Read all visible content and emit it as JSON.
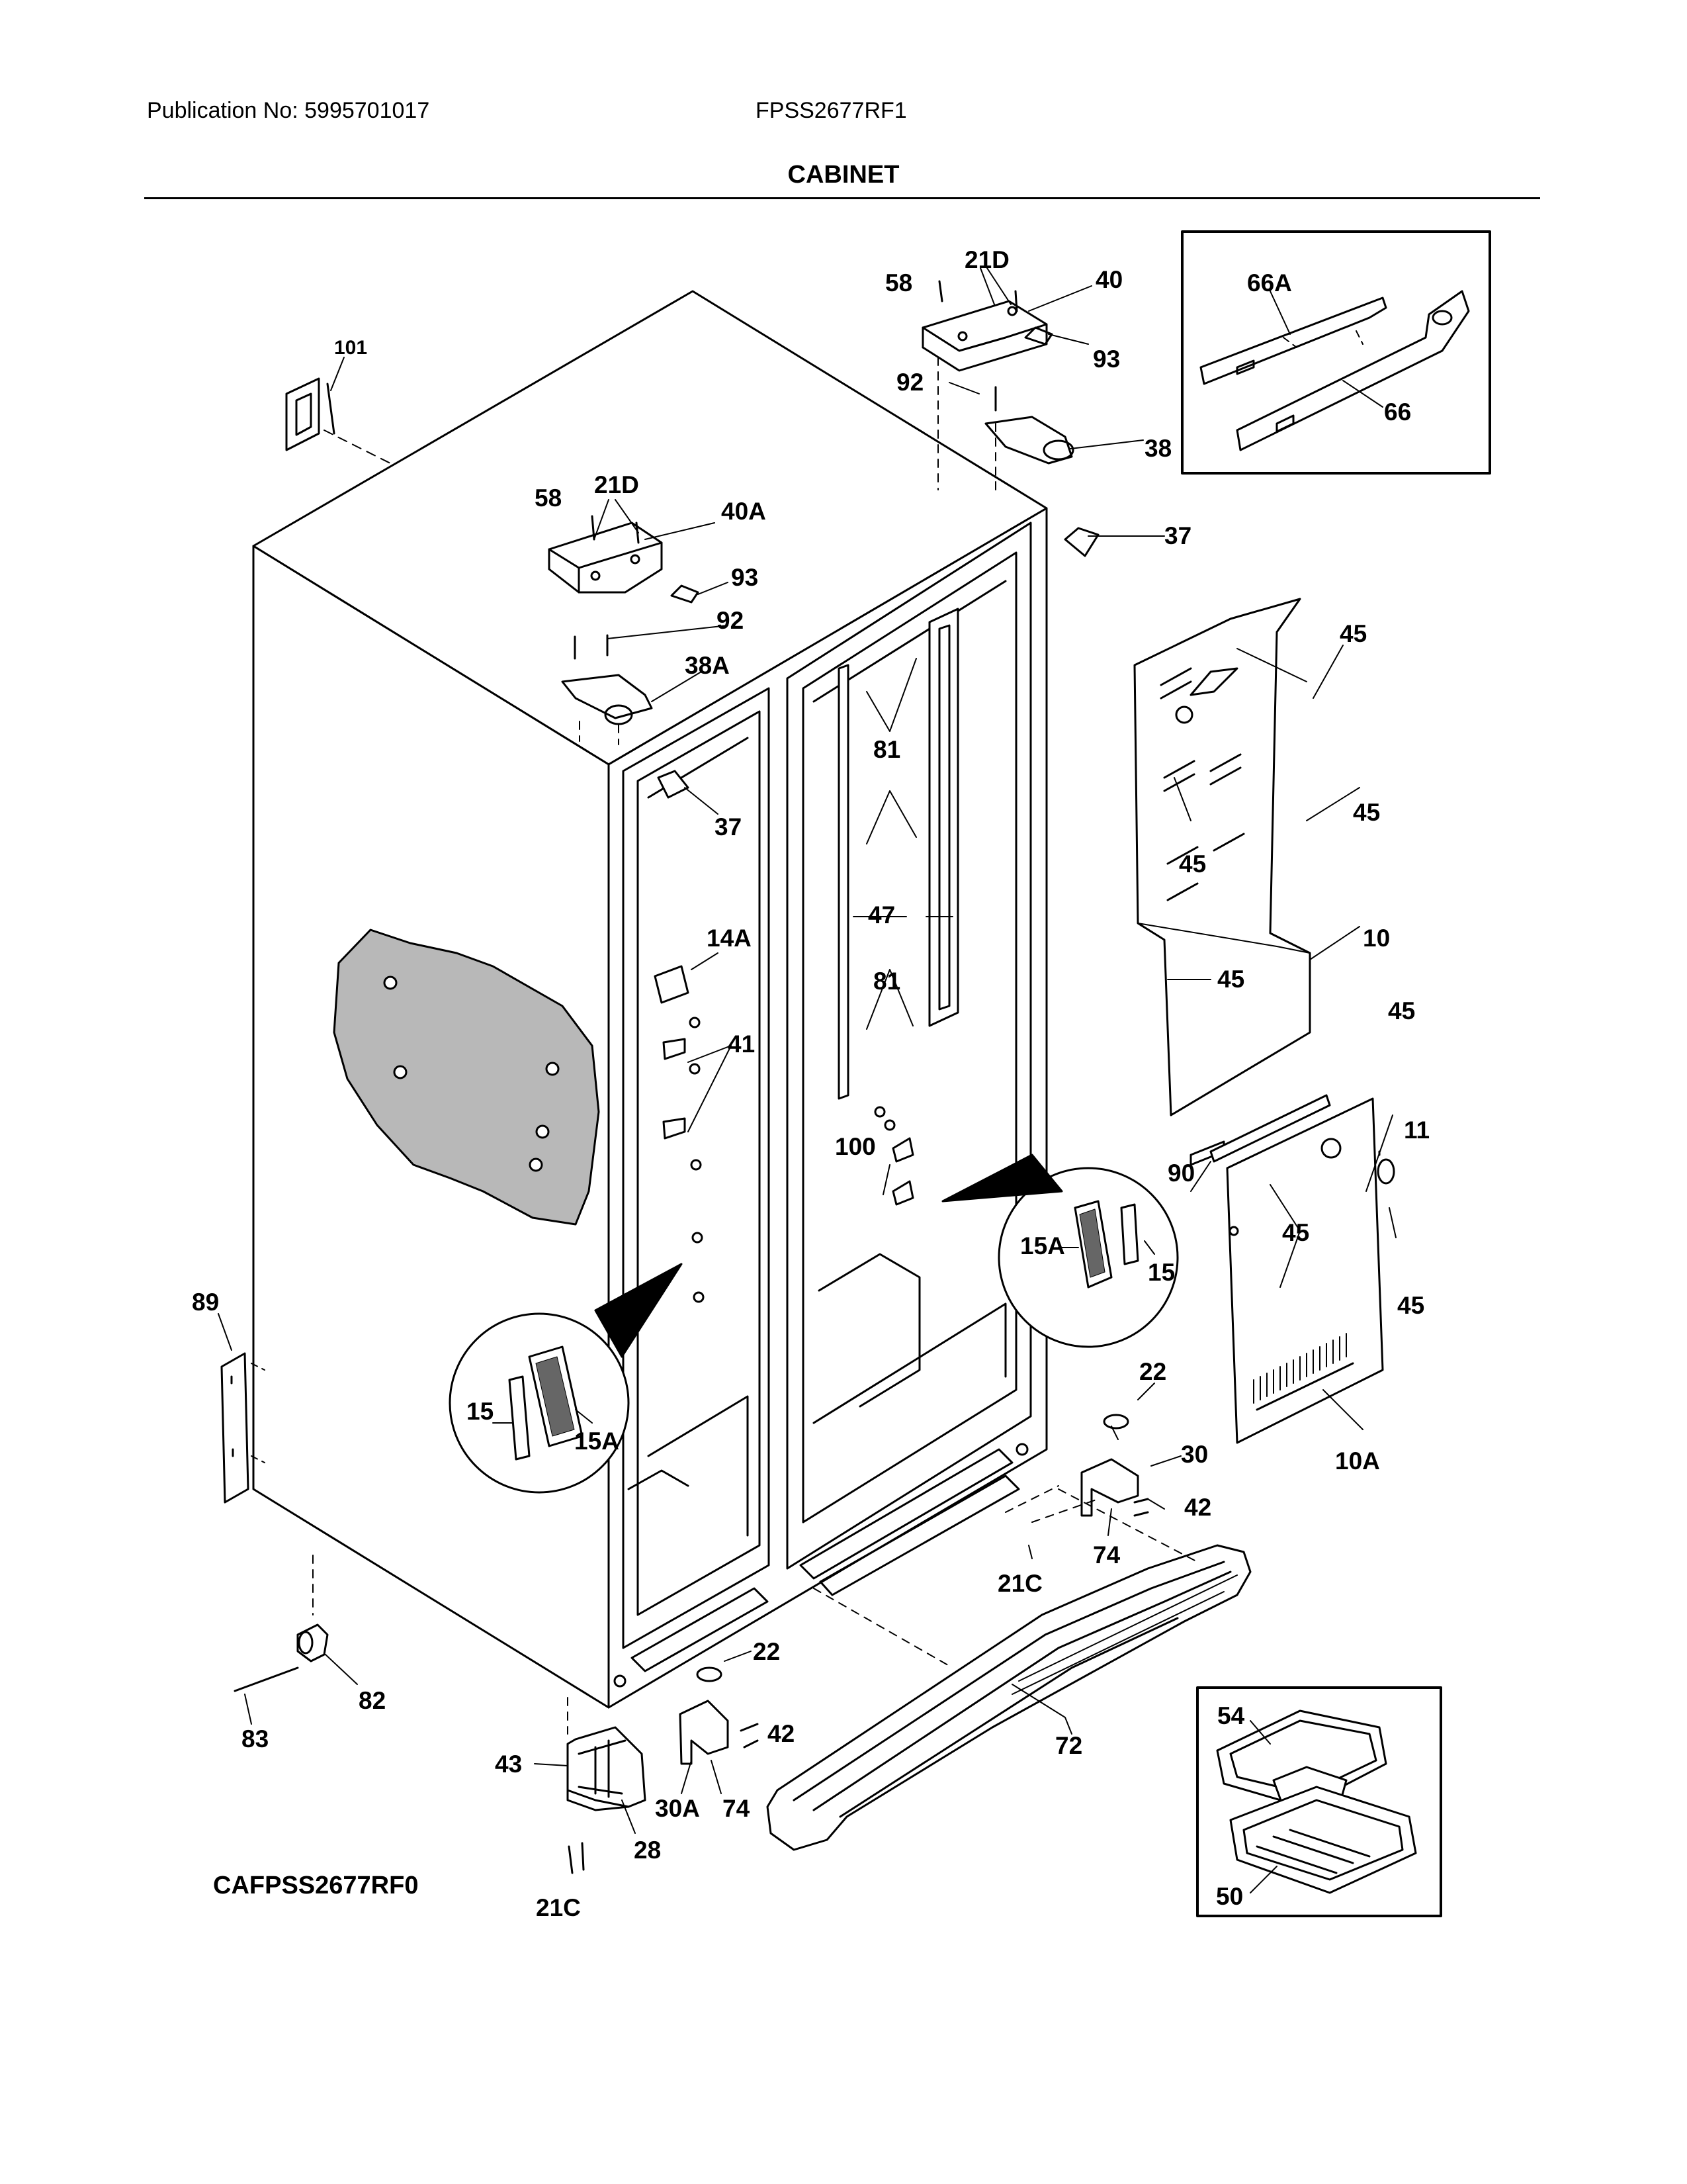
{
  "header": {
    "publication": "Publication No: 5995701017",
    "model": "FPSS2677RF1"
  },
  "section_title": "CABINET",
  "diagram_code": "CAFPSS2677RF0",
  "colors": {
    "ink": "#000000",
    "background": "#ffffff",
    "gasket_fill": "#b8b8b8"
  },
  "callouts": {
    "c101": "101",
    "c58a": "58",
    "c21d_a": "21D",
    "c40": "40",
    "c93a": "93",
    "c92a": "92",
    "c38": "38",
    "c58b": "58",
    "c21d_b": "21D",
    "c40a": "40A",
    "c93b": "93",
    "c92b": "92",
    "c38a": "38A",
    "c37a": "37",
    "c37b": "37",
    "c66a": "66A",
    "c66": "66",
    "c45_1": "45",
    "c45_2": "45",
    "c45_3": "45",
    "c45_4": "45",
    "c45_5": "45",
    "c45_6": "45",
    "c45_7": "45",
    "c10": "10",
    "c10a": "10A",
    "c11": "11",
    "c90": "90",
    "c81a": "81",
    "c81b": "81",
    "c47": "47",
    "c100": "100",
    "c14a": "14A",
    "c41": "41",
    "c15a_r": "15A",
    "c15_r": "15",
    "c15_l": "15",
    "c15a_l": "15A",
    "c89": "89",
    "c22a": "22",
    "c30": "30",
    "c42a": "42",
    "c74a": "74",
    "c21c_a": "21C",
    "c22b": "22",
    "c42b": "42",
    "c30a": "30A",
    "c74b": "74",
    "c72": "72",
    "c82": "82",
    "c83": "83",
    "c43": "43",
    "c28": "28",
    "c21c_b": "21C",
    "c54": "54",
    "c50": "50"
  }
}
